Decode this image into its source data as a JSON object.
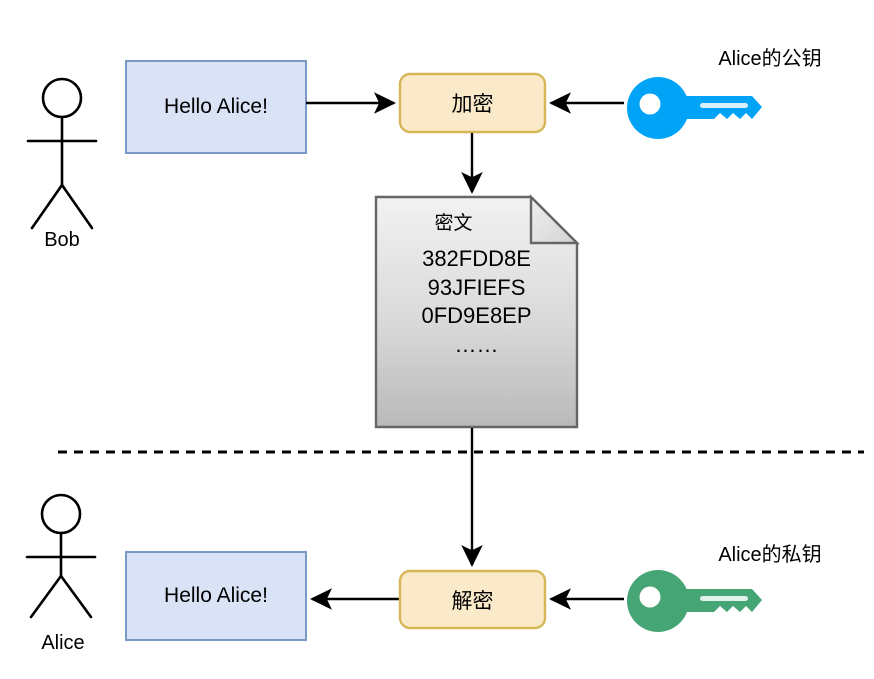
{
  "diagram": {
    "title": "Asymmetric encryption flow",
    "colors": {
      "message_fill": "#dae3f5",
      "message_stroke": "#7a99c9",
      "crypto_fill": "#fbeaca",
      "crypto_stroke": "#d6b656",
      "document_fill_top": "#f0f0f0",
      "document_fill_bottom": "#b9b9b9",
      "document_stroke": "#666666",
      "public_key": "#00a3f5",
      "private_key": "#45a574",
      "line": "#000000"
    }
  },
  "top_row": {
    "actor": {
      "name": "Bob",
      "icon": "stick-figure-icon"
    },
    "message": {
      "text": "Hello Alice!"
    },
    "operation": {
      "text": "加密"
    },
    "key": {
      "label": "Alice的公钥",
      "icon": "key-icon",
      "color": "#00a3f5"
    }
  },
  "document": {
    "title": "密文",
    "lines": [
      "382FDD8E",
      "93JFIEFS",
      "0FD9E8EP",
      "……"
    ]
  },
  "divider": {
    "style": "dashed"
  },
  "bottom_row": {
    "actor": {
      "name": "Alice",
      "icon": "stick-figure-icon"
    },
    "message": {
      "text": "Hello Alice!"
    },
    "operation": {
      "text": "解密"
    },
    "key": {
      "label": "Alice的私钥",
      "icon": "key-icon",
      "color": "#45a574"
    }
  }
}
